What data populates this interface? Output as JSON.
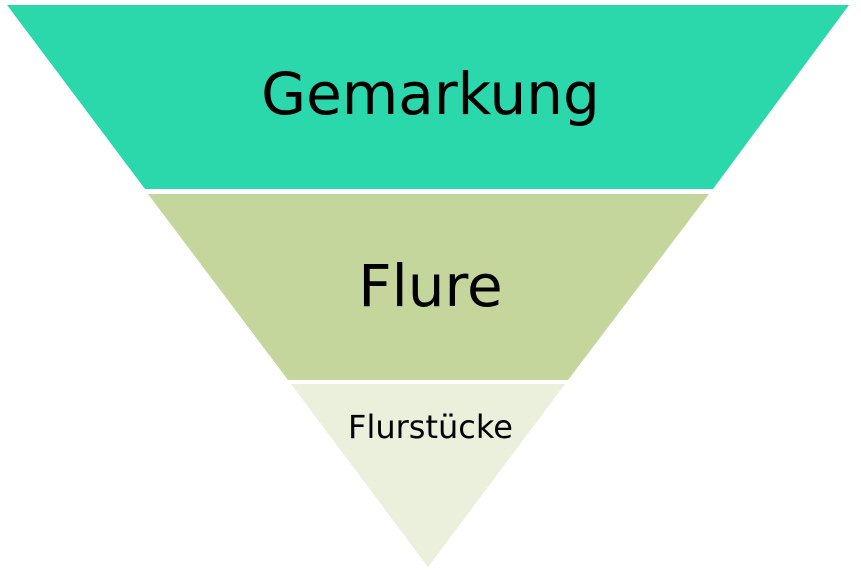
{
  "diagram": {
    "type": "inverted-pyramid",
    "levels": [
      {
        "label": "Gemarkung",
        "color": "#2ad8ac"
      },
      {
        "label": "Flure",
        "color": "#c4d69c"
      },
      {
        "label": "Flurstücke",
        "color": "#ebf0dd"
      }
    ]
  }
}
